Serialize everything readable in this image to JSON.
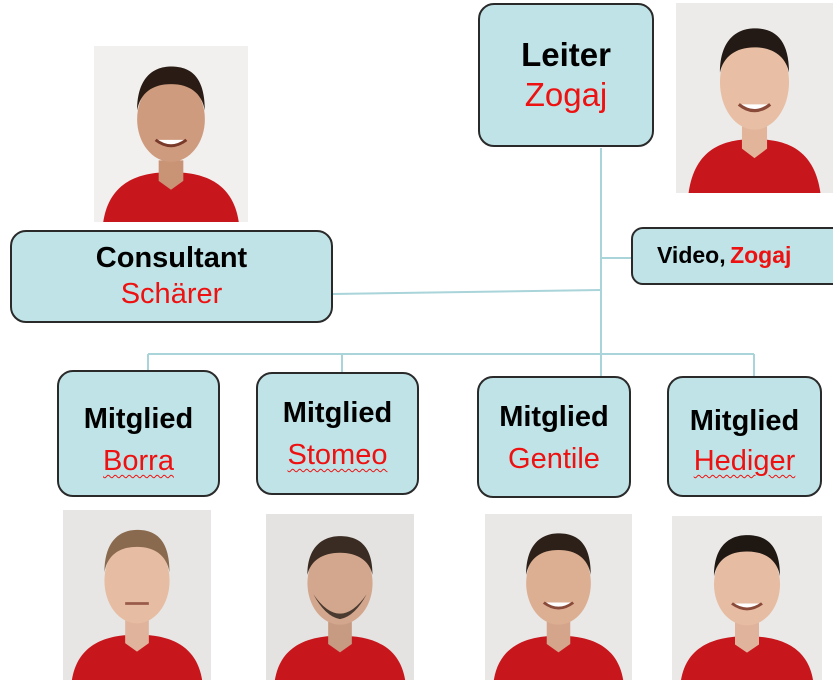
{
  "leader": {
    "role": "Leiter",
    "name": "Zogaj"
  },
  "consultant": {
    "role": "Consultant",
    "name": "Schärer"
  },
  "video": {
    "role": "Video,",
    "name": "Zogaj"
  },
  "members": [
    {
      "role": "Mitglied",
      "name": "Borra"
    },
    {
      "role": "Mitglied",
      "name": "Stomeo"
    },
    {
      "role": "Mitglied",
      "name": "Gentile"
    },
    {
      "role": "Mitglied",
      "name": "Hediger"
    }
  ],
  "colors": {
    "box_fill": "#bfe3e6",
    "box_border": "#2a2a2a",
    "name_text": "#ee1111",
    "connector": "#a9d4d9",
    "shirt": "#c8161d"
  },
  "photos": [
    {
      "icon": "portrait-photo-zogaj-leader"
    },
    {
      "icon": "portrait-photo-scharer-consultant"
    },
    {
      "icon": "portrait-photo-borra"
    },
    {
      "icon": "portrait-photo-stomeo"
    },
    {
      "icon": "portrait-photo-gentile"
    },
    {
      "icon": "portrait-photo-hediger"
    }
  ]
}
